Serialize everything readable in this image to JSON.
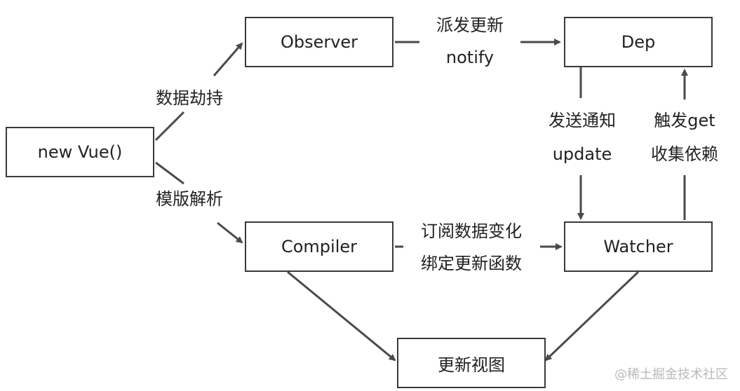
{
  "nodes": {
    "new_vue": "new Vue()",
    "observer": "Observer",
    "dep": "Dep",
    "compiler": "Compiler",
    "watcher": "Watcher",
    "update_view": "更新视图"
  },
  "edges": {
    "hijack": "数据劫持",
    "template_parse": "模版解析",
    "dispatch_line1": "派发更新",
    "dispatch_line2": "notify",
    "notify_line1": "发送通知",
    "notify_line2": "update",
    "trigger_line1": "触发get",
    "trigger_line2": "收集依赖",
    "subscribe_line1": "订阅数据变化",
    "subscribe_line2": "绑定更新函数"
  },
  "watermark": "@稀土掘金技术社区"
}
